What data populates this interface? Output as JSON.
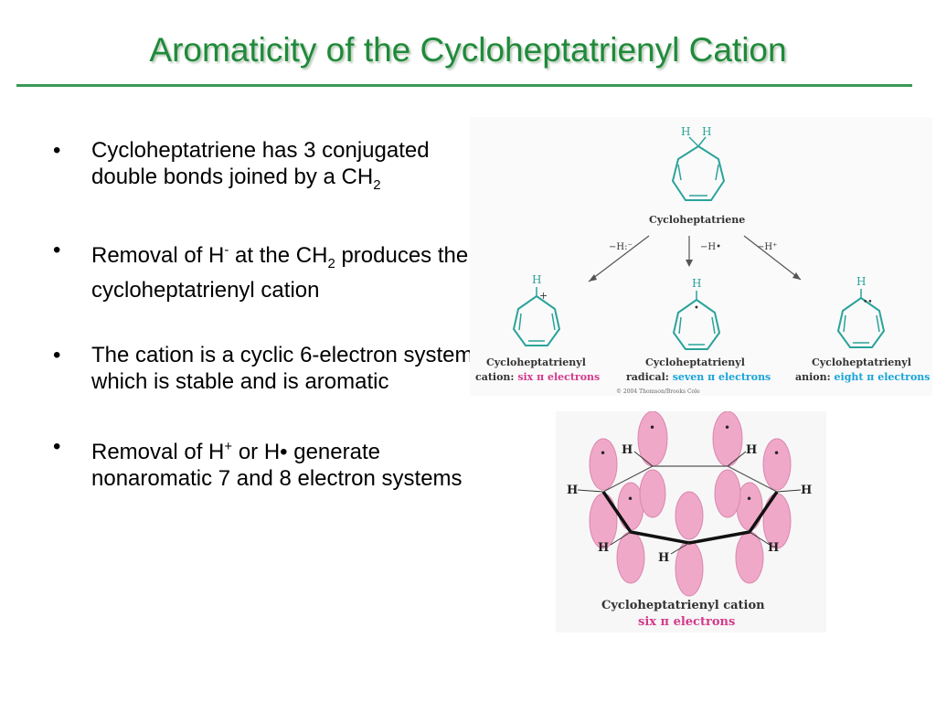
{
  "slide": {
    "title": "Aromaticity of the Cycloheptatrienyl Cation"
  },
  "bullets": [
    {
      "bullet": "•",
      "parts": [
        "Cycloheptatriene has 3 conjugated double bonds joined by a CH",
        "2",
        ""
      ]
    },
    {
      "bullet": "•",
      "parts": [
        "Removal of H",
        "-",
        " at the CH",
        "2",
        " produces the cycloheptatrienyl cation"
      ]
    },
    {
      "bullet": "•",
      "parts": [
        "The cation is a cyclic 6-electron system, which is stable and is aromatic"
      ]
    },
    {
      "bullet": "•",
      "parts": [
        "Removal of H",
        "+",
        " or H• generate nonaromatic 7 and 8 electron systems"
      ]
    }
  ],
  "reaction_figure": {
    "top_h_left": "H",
    "top_h_right": "H",
    "parent_name": "Cycloheptatriene",
    "arrow_left": "−H:⁻",
    "arrow_middle": "−H•",
    "arrow_right": "−H⁺",
    "cation_h": "H",
    "cation_charge": "+",
    "radical_h": "H",
    "radical_dot": "•",
    "anion_h": "H",
    "anion_pair": "••",
    "cation_name": "Cycloheptatrienyl",
    "cation_prefix": "cation: ",
    "cation_count": "six π electrons",
    "radical_name": "Cycloheptatrienyl",
    "radical_prefix": "radical: ",
    "radical_count": "seven π electrons",
    "anion_name": "Cycloheptatrienyl",
    "anion_prefix": "anion: ",
    "anion_count": "eight π electrons",
    "copyright": "© 2004 Thomson/Brooks Cole",
    "colors": {
      "bond": "#2aa39a",
      "magenta": "#d43a8c",
      "cyan": "#17a4d9",
      "arrow": "#555555"
    }
  },
  "orbital_figure": {
    "h_labels": [
      "H",
      "H",
      "H",
      "H",
      "H",
      "H",
      "H"
    ],
    "orbital_dot": "•",
    "name": "Cycloheptatrienyl cation",
    "count": "six π electrons",
    "colors": {
      "lobe": "#f0a8c8",
      "lobe_edge": "#d987ad",
      "caption_count": "#d43a8c"
    }
  }
}
